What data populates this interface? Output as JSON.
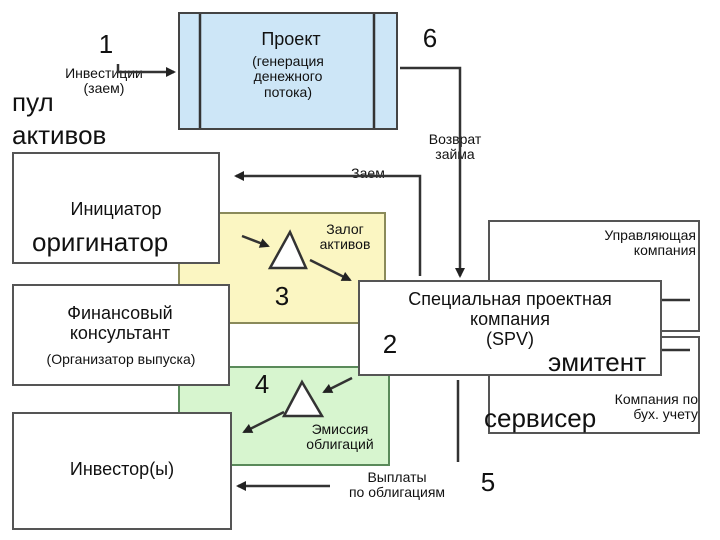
{
  "colors": {
    "project_fill": "#cde6f7",
    "collateral_zone": "#fbf6c2",
    "bonds_zone": "#d7f5cf",
    "line": "#333333"
  },
  "project": {
    "title": "Проект",
    "subtitle": "(генерация\nденежного\nпотока)"
  },
  "initiator": {
    "label": "Инициатор"
  },
  "financial": {
    "label": "Финансовый\nконсультант",
    "sub": "(Организатор выпуска)"
  },
  "investor": {
    "label": "Инвестор(ы)"
  },
  "spv": {
    "label": "Специальная проектная\nкомпания\n(SPV)"
  },
  "management": {
    "label": "Управляющая\nкомпания"
  },
  "accounting": {
    "label": "Компания по\nбух. учету"
  },
  "flows": {
    "investments": "Инвестиции\n(заем)",
    "loan_return": "Возврат\nзайма",
    "loan": "Заем",
    "collateral": "Залог\nактивов",
    "bond_issue": "Эмиссия\nоблигаций",
    "bond_payments": "Выплаты\nпо облигациям"
  },
  "annotations": {
    "n1": "1",
    "n2": "2",
    "n3": "3",
    "n4": "4",
    "n5": "5",
    "n6": "6",
    "pool": "пул\nактивов",
    "originator": "оригинатор",
    "issuer": "эмитент",
    "servicer": "сервисер"
  }
}
